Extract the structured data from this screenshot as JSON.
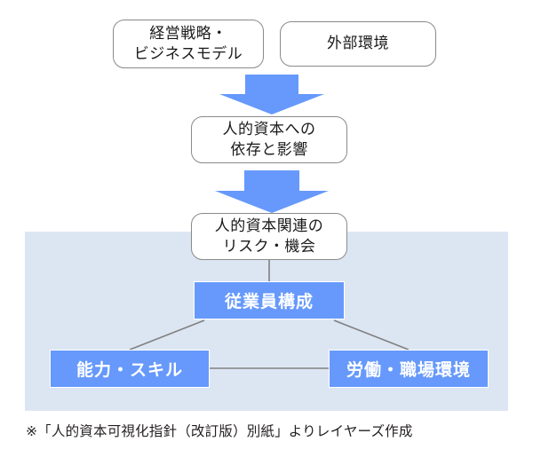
{
  "diagram": {
    "title_nodes": {
      "strategy": "経営戦略・\nビジネスモデル",
      "external": "外部環境",
      "dependence": "人的資本への\n依存と影響",
      "risk": "人的資本関連の\nリスク・機会"
    },
    "highlight_nodes": {
      "workforce": "従業員構成",
      "skill": "能力・スキル",
      "worksite": "労働・職場環境"
    },
    "arrows": [
      {
        "name": "arrow-strategy-to-dependence",
        "direction": "down"
      },
      {
        "name": "arrow-dependence-to-risk",
        "direction": "down"
      }
    ],
    "connectors": [
      {
        "name": "risk-to-workforce",
        "from": "risk",
        "to": "workforce"
      },
      {
        "name": "workforce-to-skill",
        "from": "workforce",
        "to": "skill"
      },
      {
        "name": "workforce-to-worksite",
        "from": "workforce",
        "to": "worksite"
      },
      {
        "name": "skill-to-worksite",
        "from": "skill",
        "to": "worksite"
      }
    ],
    "footnote": "※「人的資本可視化指針（改訂版）別紙」よりレイヤーズ作成",
    "colors": {
      "panel_background": "#dce6f3",
      "node_fill": "#6699fb",
      "arrow_fill": "#6699fb",
      "node_border": "#8a8a8a",
      "connector_line": "#808080",
      "node_text": "#ffffff",
      "body_text": "#231f20",
      "page_background": "#ffffff"
    }
  }
}
